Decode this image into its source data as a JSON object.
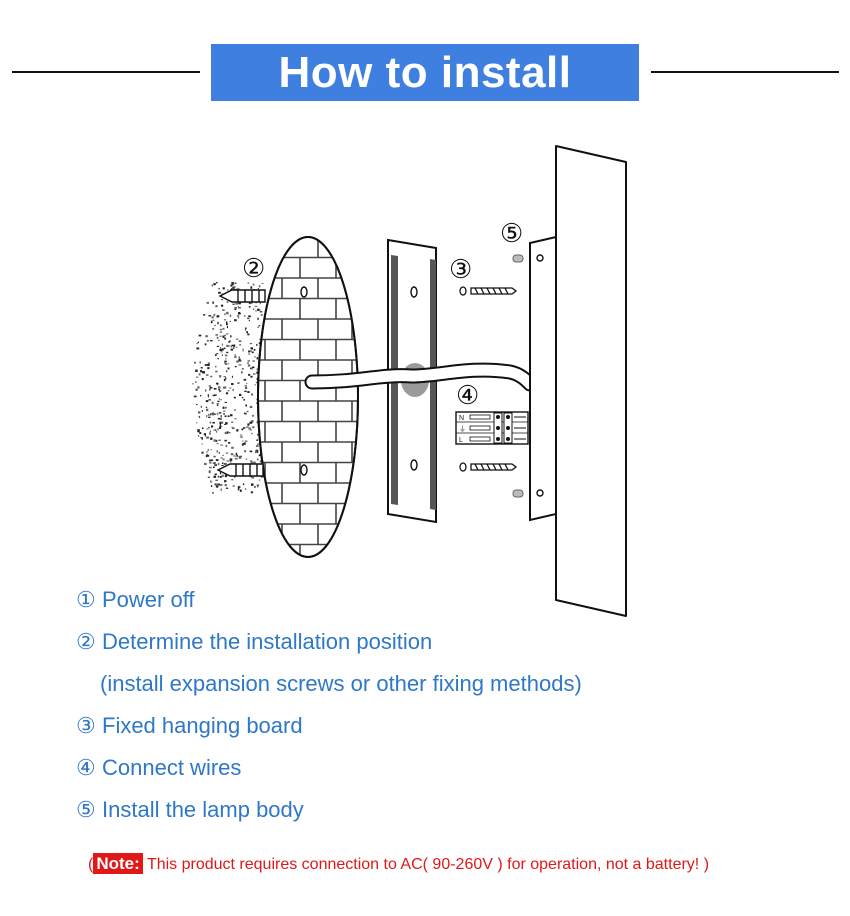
{
  "header": {
    "title": "How to install"
  },
  "diagram": {
    "markers": [
      "②",
      "③",
      "④",
      "⑤"
    ],
    "terminal_labels": [
      "N",
      "⏚",
      "L"
    ]
  },
  "steps": [
    {
      "num": "①",
      "text": "Power off"
    },
    {
      "num": "②",
      "text": "Determine the installation position"
    },
    {
      "num": "",
      "text": "(install expansion screws or other fixing methods)"
    },
    {
      "num": "③",
      "text": "Fixed hanging board"
    },
    {
      "num": "④",
      "text": "Connect wires"
    },
    {
      "num": "⑤",
      "text": "Install the lamp body"
    }
  ],
  "note": {
    "open": "(",
    "label": "Note:",
    "text": " This product requires connection to AC( 90-260V ) for operation, not a battery! )"
  },
  "colors": {
    "title_bg": "#3f7fe0",
    "step_text": "#2f78c7",
    "note": "#e01818"
  }
}
